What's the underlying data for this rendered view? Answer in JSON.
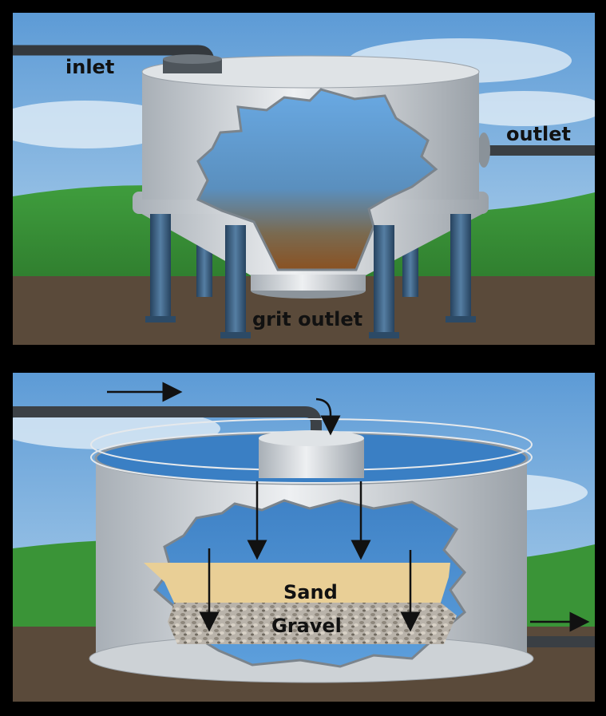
{
  "top_diagram": {
    "labels": {
      "inlet": "inlet",
      "outlet": "outlet",
      "grit_outlet": "grit outlet"
    }
  },
  "bottom_diagram": {
    "labels": {
      "sand": "Sand",
      "gravel": "Gravel"
    }
  },
  "colors": {
    "sky": "#7fb6e0",
    "grass": "#3f9b3c",
    "soil": "#5b4a3a",
    "tank": "#c9ced3",
    "water": "#4c8fd0",
    "sand": "#e9cf96",
    "sludge": "#8a5a2a",
    "pipe": "#3d4247"
  }
}
